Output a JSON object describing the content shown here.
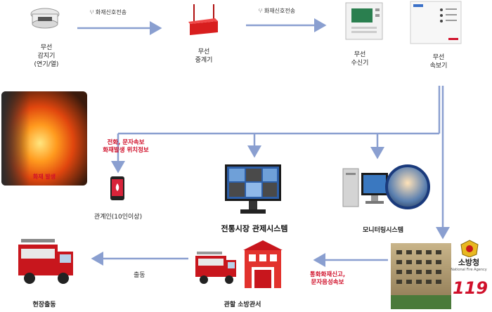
{
  "signal_labels": {
    "first": "화재신호전송",
    "second": "화재신호전송"
  },
  "devices": {
    "detector": {
      "line1": "무선",
      "line2": "감지기",
      "line3": "(연기/열)"
    },
    "relay": {
      "line1": "무선",
      "line2": "중계기"
    },
    "receiver": {
      "line1": "무선",
      "line2": "수신기"
    },
    "alarm": {
      "line1": "무선",
      "line2": "속보기"
    }
  },
  "fire_caption": "화재 발생",
  "notify_text": {
    "line1": "전화, 문자속보",
    "line2": "화재발생 위치정보"
  },
  "phone_label": "관계인(10인이상)",
  "control_label": "전통시장 관제시스템",
  "monitor_label": "모니터링시스템",
  "fire_agency": {
    "name": "소방청",
    "tagline": "National Fire Agency",
    "logo_text": "119"
  },
  "report_text": {
    "line1": "통화화재신고,",
    "line2": "문자음성속보"
  },
  "dispatch_label": "출동",
  "station_label": "관할 소방관서",
  "scene_label": "현장출동",
  "colors": {
    "arrow": "#8a9fd0",
    "alert": "#d0102a",
    "truck": "#c8161d"
  }
}
